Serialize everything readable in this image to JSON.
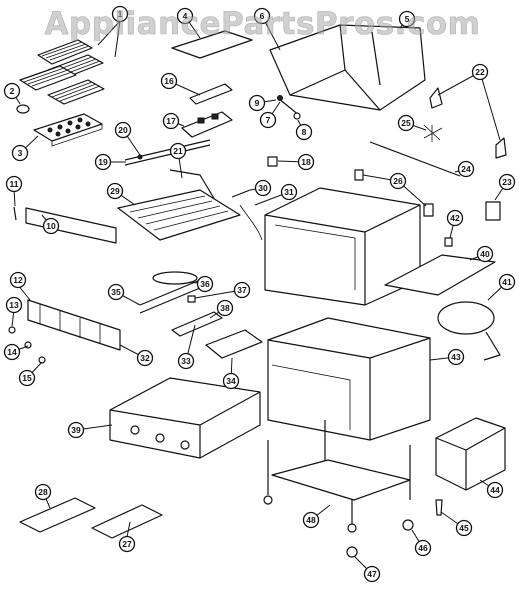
{
  "watermark": "AppliancePartsPros.com",
  "callouts": [
    {
      "n": "1"
    },
    {
      "n": "2"
    },
    {
      "n": "3"
    },
    {
      "n": "4"
    },
    {
      "n": "5"
    },
    {
      "n": "6"
    },
    {
      "n": "7"
    },
    {
      "n": "8"
    },
    {
      "n": "9"
    },
    {
      "n": "10"
    },
    {
      "n": "11"
    },
    {
      "n": "12"
    },
    {
      "n": "13"
    },
    {
      "n": "14"
    },
    {
      "n": "15"
    },
    {
      "n": "16"
    },
    {
      "n": "17"
    },
    {
      "n": "18"
    },
    {
      "n": "19"
    },
    {
      "n": "20"
    },
    {
      "n": "21"
    },
    {
      "n": "22"
    },
    {
      "n": "23"
    },
    {
      "n": "24"
    },
    {
      "n": "25"
    },
    {
      "n": "26"
    },
    {
      "n": "27"
    },
    {
      "n": "28"
    },
    {
      "n": "29"
    },
    {
      "n": "30"
    },
    {
      "n": "31"
    },
    {
      "n": "32"
    },
    {
      "n": "33"
    },
    {
      "n": "34"
    },
    {
      "n": "35"
    },
    {
      "n": "36"
    },
    {
      "n": "37"
    },
    {
      "n": "38"
    },
    {
      "n": "39"
    },
    {
      "n": "40"
    },
    {
      "n": "41"
    },
    {
      "n": "42"
    },
    {
      "n": "43"
    },
    {
      "n": "44"
    },
    {
      "n": "45"
    },
    {
      "n": "46"
    },
    {
      "n": "47"
    },
    {
      "n": "48"
    }
  ]
}
